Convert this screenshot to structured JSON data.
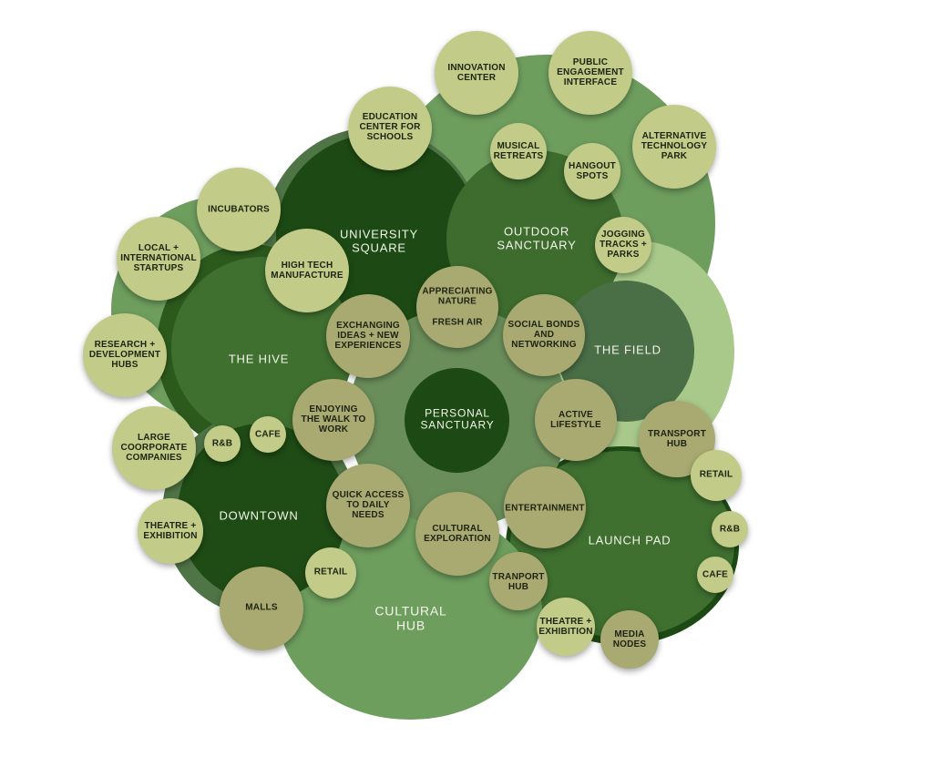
{
  "colors": {
    "light_green": "#6e9e5e",
    "pale_green": "#a8c98a",
    "mid_green": "#3f7030",
    "dark_green": "#2f5e1f",
    "deep_green": "#1d4a14",
    "grey_green": "#4f7446",
    "bubble_khaki": "#a9aa72",
    "bubble_lime": "#c2cc88"
  },
  "zones": {
    "university_square": "UNIVERSITY\nSQUARE",
    "outdoor_sanctuary": "OUTDOOR\nSANCTUARY",
    "the_hive": "THE HIVE",
    "the_field": "THE FIELD",
    "downtown": "DOWNTOWN",
    "launch_pad": "LAUNCH PAD",
    "cultural_hub": "CULTURAL\nHUB",
    "personal_sanctuary": "PERSONAL\nSANCTUARY"
  },
  "core": {
    "appreciating_nature": "APPRECIATING\nNATURE\n\nFRESH AIR",
    "exchanging_ideas": "EXCHANGING\nIDEAS + NEW\nEXPERIENCES",
    "social_bonds": "SOCIAL BONDS\nAND\nNETWORKING",
    "enjoying_walk": "ENJOYING\nTHE WALK TO\nWORK",
    "active_lifestyle": "ACTIVE\nLIFESTYLE",
    "quick_access": "QUICK ACCESS\nTO DAILY\nNEEDS",
    "cultural_exploration": "CULTURAL\nEXPLORATION",
    "entertainment": "ENTERTAINMENT"
  },
  "features": {
    "innovation_center": "INNOVATION\nCENTER",
    "public_engagement": "PUBLIC\nENGAGEMENT\nINTERFACE",
    "education_center": "EDUCATION\nCENTER FOR\nSCHOOLS",
    "musical_retreats": "MUSICAL\nRETREATS",
    "hangout_spots": "HANGOUT\nSPOTS",
    "alternative_tech_park": "ALTERNATIVE\nTECHNOLOGY\nPARK",
    "jogging_tracks": "JOGGING\nTRACKS +\nPARKS",
    "incubators": "INCUBATORS",
    "high_tech": "HIGH TECH\nMANUFACTURE",
    "local_startups": "LOCAL +\nINTERNATIONAL\nSTARTUPS",
    "research_hubs": "RESEARCH +\nDEVELOPMENT\nHUBS",
    "large_companies": "LARGE\nCOORPORATE\nCOMPANIES",
    "rb_downtown": "R&B",
    "cafe_downtown": "CAFE",
    "theatre_left": "THEATRE +\nEXHIBITION",
    "retail_downtown": "RETAIL",
    "malls": "MALLS",
    "transport_hub_right": "TRANSPORT\nHUB",
    "retail_right": "RETAIL",
    "rb_right": "R&B",
    "cafe_right": "CAFE",
    "tranport_hub_bottom": "TRANPORT\nHUB",
    "theatre_bottom": "THEATRE +\nEXHIBITION",
    "media_nodes": "MEDIA\nNODES"
  }
}
